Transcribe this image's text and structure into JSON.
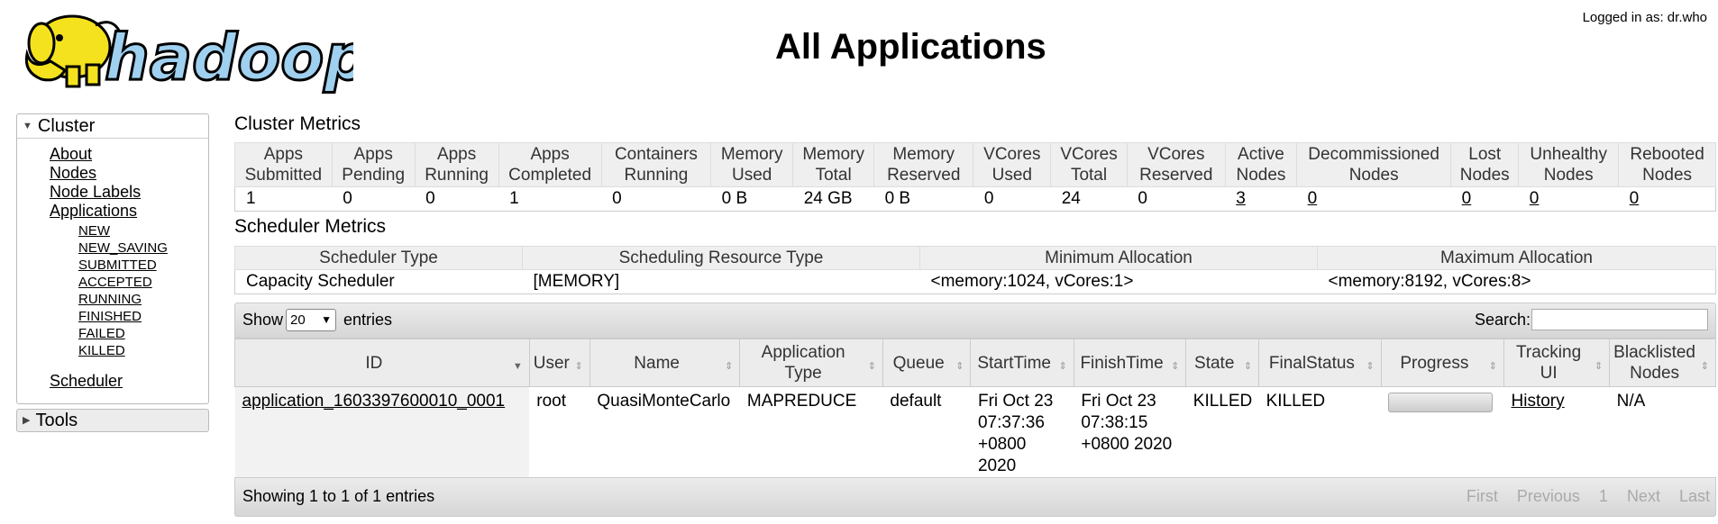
{
  "header": {
    "title": "All Applications",
    "login": "Logged in as: dr.who",
    "logo_text": "hadoop"
  },
  "sidebar": {
    "cluster_label": "Cluster",
    "links": [
      "About",
      "Nodes",
      "Node Labels",
      "Applications"
    ],
    "states": [
      "NEW",
      "NEW_SAVING",
      "SUBMITTED",
      "ACCEPTED",
      "RUNNING",
      "FINISHED",
      "FAILED",
      "KILLED"
    ],
    "scheduler": "Scheduler",
    "tools_label": "Tools"
  },
  "cluster_metrics": {
    "title": "Cluster Metrics",
    "headers": [
      "Apps Submitted",
      "Apps Pending",
      "Apps Running",
      "Apps Completed",
      "Containers Running",
      "Memory Used",
      "Memory Total",
      "Memory Reserved",
      "VCores Used",
      "VCores Total",
      "VCores Reserved",
      "Active Nodes",
      "Decommissioned Nodes",
      "Lost Nodes",
      "Unhealthy Nodes",
      "Rebooted Nodes"
    ],
    "values": [
      "1",
      "0",
      "0",
      "1",
      "0",
      "0 B",
      "24 GB",
      "0 B",
      "0",
      "24",
      "0",
      "3",
      "0",
      "0",
      "0",
      "0"
    ]
  },
  "scheduler_metrics": {
    "title": "Scheduler Metrics",
    "headers": [
      "Scheduler Type",
      "Scheduling Resource Type",
      "Minimum Allocation",
      "Maximum Allocation"
    ],
    "values": [
      "Capacity Scheduler",
      "[MEMORY]",
      "<memory:1024, vCores:1>",
      "<memory:8192, vCores:8>"
    ]
  },
  "apps_table": {
    "show_label": "Show",
    "entries_value": "20",
    "entries_label": "entries",
    "search_label": "Search:",
    "search_value": "",
    "headers": [
      "ID",
      "User",
      "Name",
      "Application Type",
      "Queue",
      "StartTime",
      "FinishTime",
      "State",
      "FinalStatus",
      "Progress",
      "Tracking UI",
      "Blacklisted Nodes"
    ],
    "rows": [
      {
        "id": "application_1603397600010_0001",
        "user": "root",
        "name": "QuasiMonteCarlo",
        "type": "MAPREDUCE",
        "queue": "default",
        "start": "Fri Oct 23 07:37:36 +0800 2020",
        "finish": "Fri Oct 23 07:38:15 +0800 2020",
        "state": "KILLED",
        "final_status": "KILLED",
        "progress": 0,
        "tracking_ui": "History",
        "blacklisted": "N/A"
      }
    ],
    "footer_info": "Showing 1 to 1 of 1 entries",
    "pager": [
      "First",
      "Previous",
      "1",
      "Next",
      "Last"
    ]
  },
  "colors": {
    "logo_yellow": "#f5e21e",
    "logo_blue": "#9fd0ef",
    "header_bg": "#efefef"
  }
}
